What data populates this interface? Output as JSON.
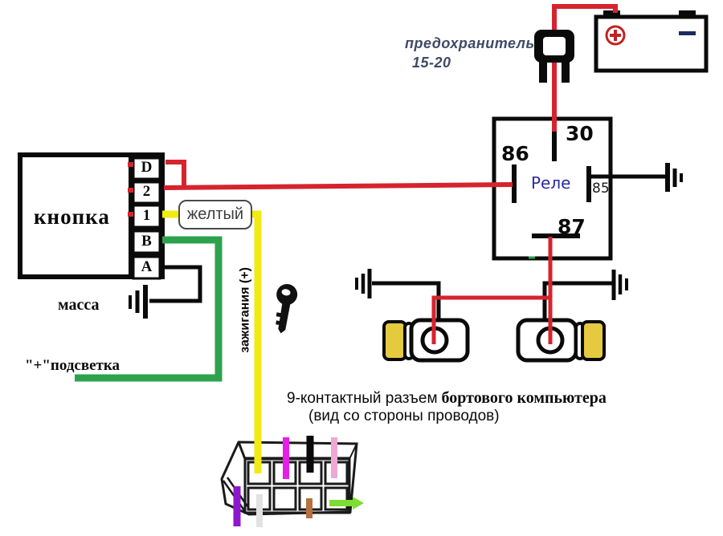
{
  "labels": {
    "fuse": {
      "line1": "предохранитель",
      "line2": "15-20"
    },
    "relay": {
      "name": "Реле",
      "t30": "30",
      "t86": "86",
      "t85": "85",
      "t87": "87"
    },
    "button": {
      "name": "кнопка",
      "terminals": [
        "D",
        "2",
        "1",
        "B",
        "A"
      ]
    },
    "ground_label": "масса",
    "backlight_label": "\"+\"подсветка",
    "yellow_tag": "желтый",
    "ignition_label": "зажигания (+)",
    "connector_caption": {
      "normal": "9-контактный разъем",
      "bold": " бортового компьютера",
      "line2": "(вид со стороны проводов)"
    }
  },
  "colors": {
    "wire_red": "#d5242e",
    "wire_yellow": "#f2ea13",
    "wire_green": "#2da24d",
    "wire_black": "#0a0a0a",
    "wire_magenta": "#e51fe5",
    "wire_pink": "#efa8d3",
    "wire_purple": "#8d17cc",
    "wire_white": "#e2e2e2",
    "wire_brown": "#b5713f",
    "wire_lightgreen": "#7edd31",
    "lamp_yellow": "#e5c93f",
    "relay_text_blue": "#2c2c9e",
    "fuse_text_blue": "#3e4a66",
    "battery_minus_blue": "#1c2c60",
    "battery_plus_red": "#c22222"
  }
}
